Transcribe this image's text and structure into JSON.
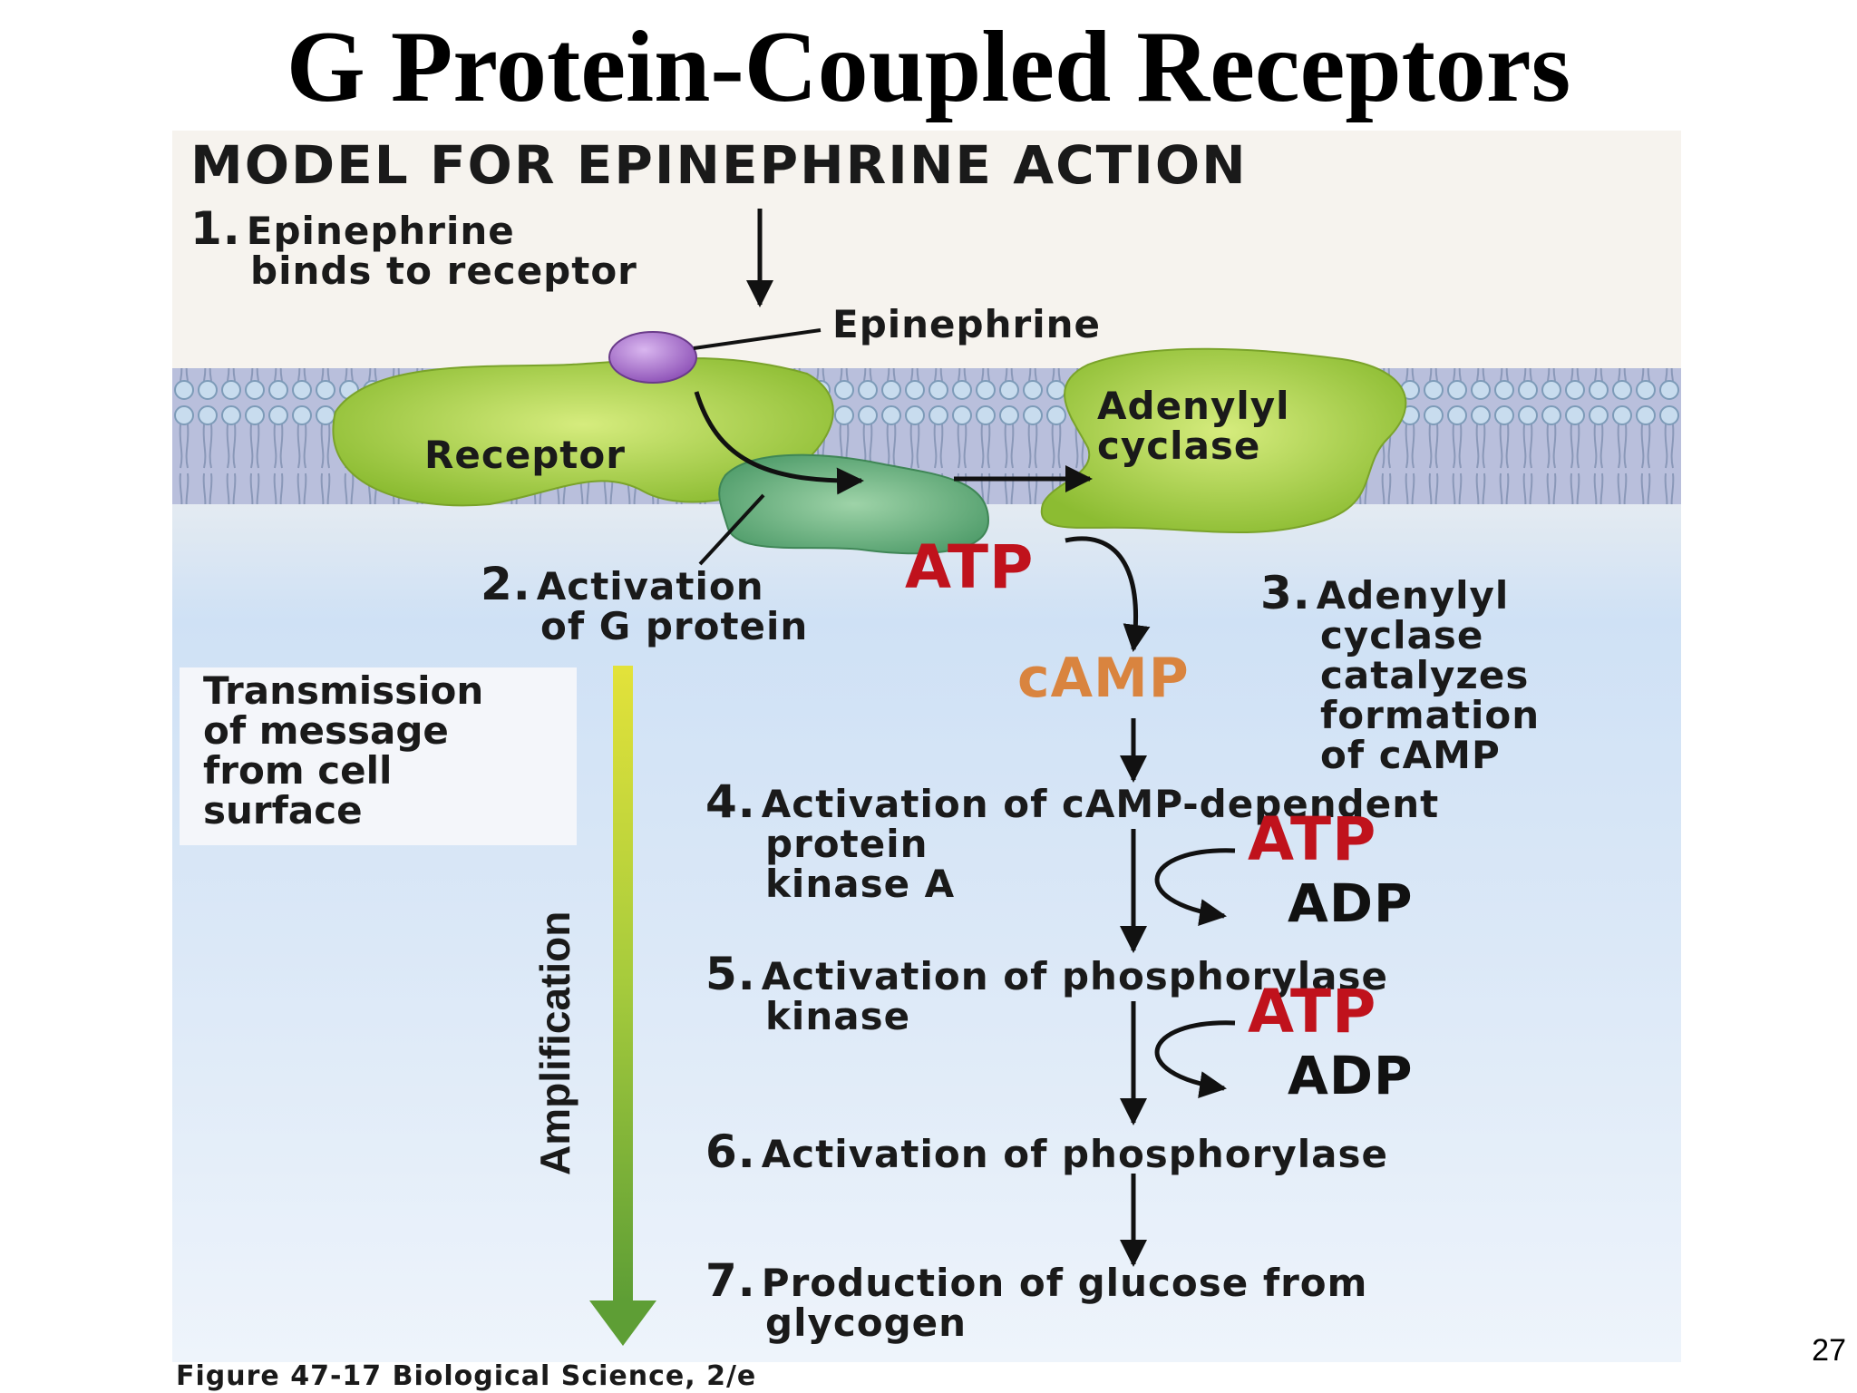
{
  "title": "G Protein-Coupled Receptors",
  "page_number": "27",
  "figure": {
    "title": "MODEL FOR EPINEPHRINE ACTION",
    "caption": "Figure 47-17  Biological Science, 2/e",
    "labels": {
      "epinephrine": "Epinephrine",
      "receptor": "Receptor",
      "adenylyl_cyclase_line1": "Adenylyl",
      "adenylyl_cyclase_line2": "cyclase",
      "camp": "cAMP",
      "atp": "ATP",
      "adp": "ADP",
      "amplification": "Amplification",
      "transmission": "Transmission\nof message\nfrom cell\nsurface"
    },
    "steps": [
      {
        "num": "1.",
        "lines": [
          "Epinephrine",
          "binds to receptor"
        ]
      },
      {
        "num": "2.",
        "lines": [
          "Activation",
          "of G protein"
        ]
      },
      {
        "num": "3.",
        "lines": [
          "Adenylyl",
          "cyclase",
          "catalyzes",
          "formation",
          "of cAMP"
        ]
      },
      {
        "num": "4.",
        "lines": [
          "Activation of cAMP-dependent",
          "protein",
          "kinase A"
        ]
      },
      {
        "num": "5.",
        "lines": [
          "Activation of phosphorylase",
          "kinase"
        ]
      },
      {
        "num": "6.",
        "lines": [
          "Activation of phosphorylase"
        ]
      },
      {
        "num": "7.",
        "lines": [
          "Production of glucose from",
          "glycogen"
        ]
      }
    ],
    "colors": {
      "atp": "#c0121c",
      "camp": "#d9843f",
      "receptor": "#a8cf3e",
      "g_protein": "#5fae78",
      "epinephrine": "#9a5cc0"
    }
  }
}
